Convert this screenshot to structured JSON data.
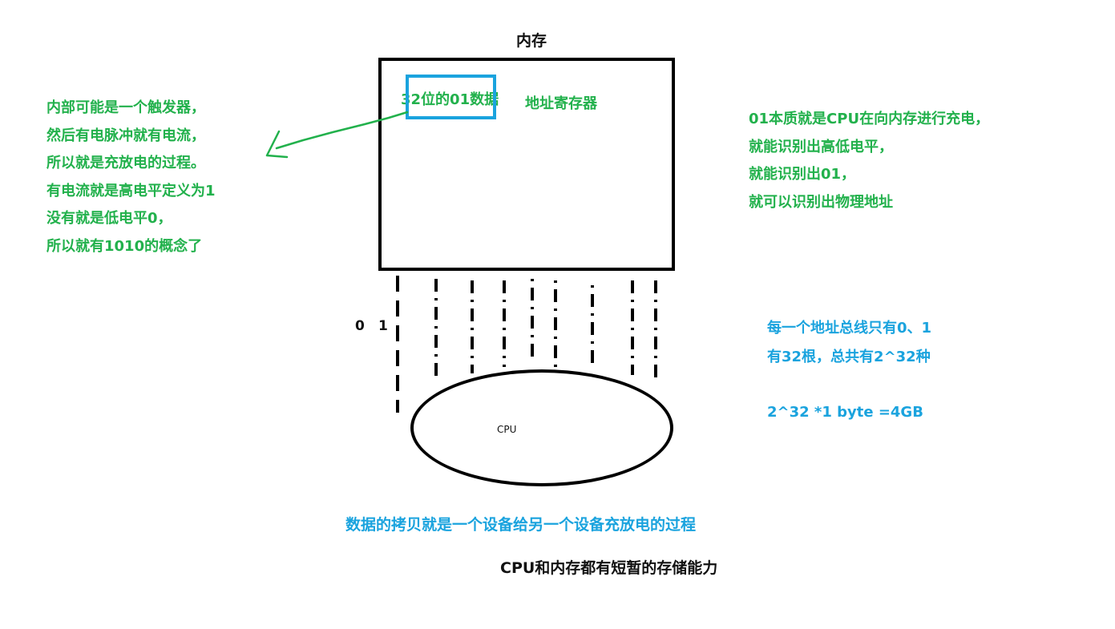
{
  "memory": {
    "title": "内存",
    "register_bits_label": "32位的01数据",
    "address_register_label": "地址寄存器"
  },
  "left_note": {
    "lines": [
      "内部可能是一个触发器，",
      "然后有电脉冲就有电流，",
      "所以就是充放电的过程。",
      "有电流就是高电平定义为1",
      "没有就是低电平0，",
      "所以就有1010的概念了"
    ]
  },
  "right_note": {
    "lines": [
      "01本质就是CPU在向内存进行充电，",
      "就能识别出高低电平，",
      "就能识别出01，",
      "就可以识别出物理地址"
    ]
  },
  "bus": {
    "bit_zero": "0",
    "bit_one": "1",
    "lines": [
      "每一个地址总线只有0、1",
      "有32根，总共有2^32种"
    ],
    "capacity": "2^32 *1 byte =4GB"
  },
  "cpu": {
    "label": "CPU"
  },
  "notes": {
    "copy": "数据的拷贝就是一个设备给另一个设备充放电的过程",
    "storage": "CPU和内存都有短暂的存储能力"
  },
  "colors": {
    "green": "#22b14c",
    "blue": "#1aa3de",
    "black": "#000000"
  }
}
